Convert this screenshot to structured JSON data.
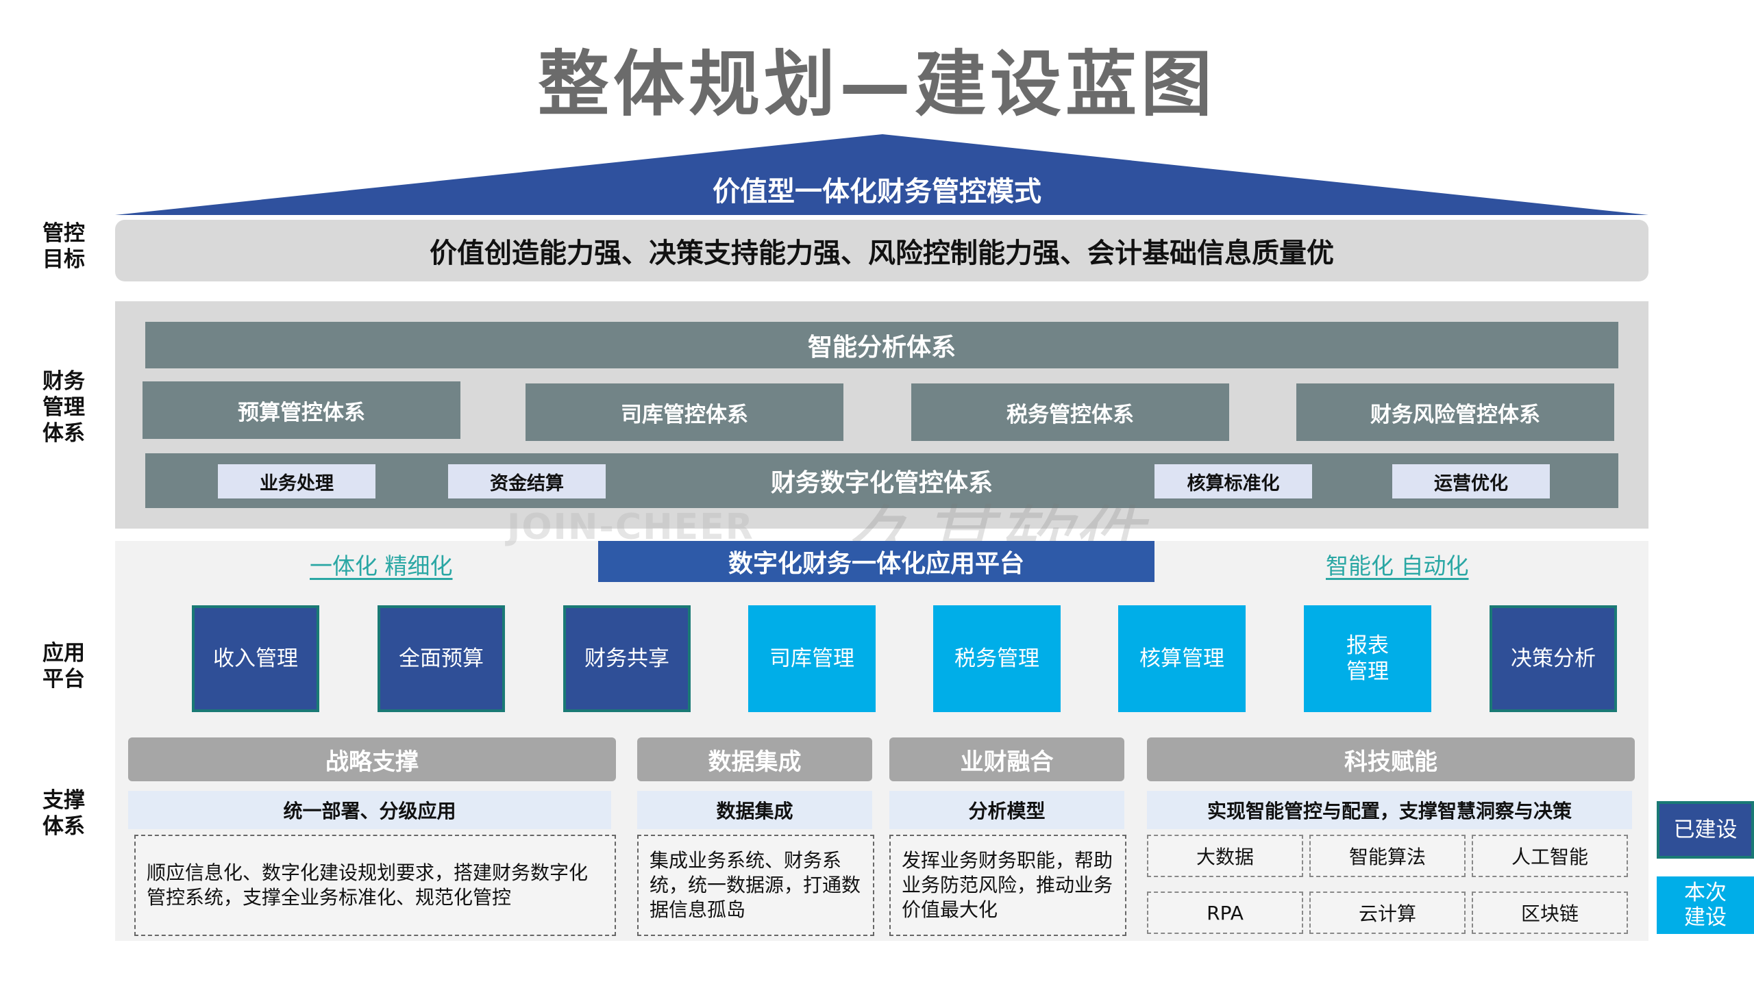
{
  "title": "整体规划—建设蓝图",
  "roof": "价值型一体化财务管控模式",
  "row_labels": {
    "goal": "管控\n目标",
    "finance": "财务\n管理\n体系",
    "app": "应用\n平台",
    "support": "支撑\n体系"
  },
  "goal": "价值创造能力强、决策支持能力强、风险控制能力强、会计基础信息质量优",
  "finance": {
    "top": "智能分析体系",
    "mid": [
      "预算管控体系",
      "司库管控体系",
      "税务管控体系",
      "财务风险管控体系"
    ],
    "bottom": "财务数字化管控体系",
    "chips": [
      "业务处理",
      "资金结算",
      "核算标准化",
      "运营优化"
    ]
  },
  "platform": {
    "title": "数字化财务一体化应用平台",
    "left_slogan": "一体化 精细化",
    "right_slogan": "智能化 自动化"
  },
  "apps": [
    {
      "label": "收入管理",
      "status": "built"
    },
    {
      "label": "全面预算",
      "status": "built"
    },
    {
      "label": "财务共享",
      "status": "built"
    },
    {
      "label": "司库管理",
      "status": "new"
    },
    {
      "label": "税务管理",
      "status": "new"
    },
    {
      "label": "核算管理",
      "status": "new"
    },
    {
      "label": "报表\n管理",
      "status": "new"
    },
    {
      "label": "决策分析",
      "status": "built"
    }
  ],
  "support": [
    {
      "header": "战略支撑",
      "sub": "统一部署、分级应用",
      "desc": "顺应信息化、数字化建设规划要求，搭建财务数字化管控系统，支撑全业务标准化、规范化管控"
    },
    {
      "header": "数据集成",
      "sub": "数据集成",
      "desc": "集成业务系统、财务系统，统一数据源，打通数据信息孤岛"
    },
    {
      "header": "业财融合",
      "sub": "分析模型",
      "desc": "发挥业务财务职能，帮助业务防范风险，推动业务价值最大化"
    },
    {
      "header": "科技赋能",
      "sub": "实现智能管控与配置，支撑智慧洞察与决策",
      "tech": [
        "大数据",
        "智能算法",
        "人工智能",
        "RPA",
        "云计算",
        "区块链"
      ]
    }
  ],
  "legend": {
    "built": "已建设",
    "new": "本次\n建设"
  },
  "watermark": {
    "brand": "JOIN-CHEER",
    "cn": "久其软件"
  },
  "colors": {
    "roof": "#2f519e",
    "built": "#2f4f97",
    "new": "#00aee8",
    "gray_box": "#728487",
    "slogan": "#2aa7a4"
  }
}
